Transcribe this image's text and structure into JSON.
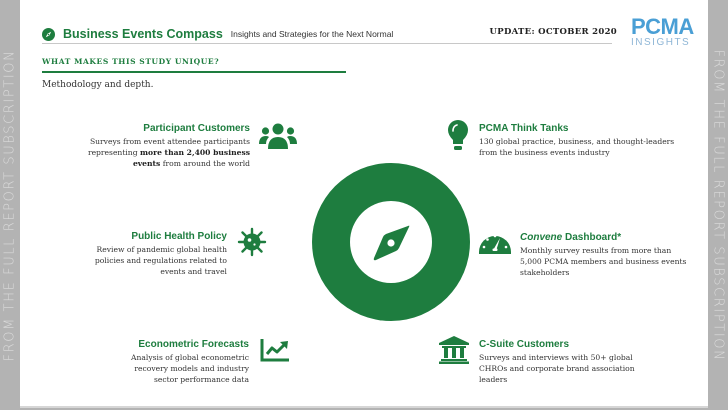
{
  "side_banner": {
    "text": "FROM THE FULL REPORT SUBSCRIPTION"
  },
  "header": {
    "brand_title": "Business Events Compass",
    "brand_subtitle": "Insights and Strategies for the Next Normal",
    "update": "UPDATE: OCTOBER 2020",
    "logo_main": "PCMA",
    "logo_sub": "INSIGHTS",
    "icon": "compass-icon"
  },
  "section": {
    "title": "WHAT MAKES THIS STUDY UNIQUE?",
    "intro": "Methodology and depth."
  },
  "colors": {
    "brand_green": "#1e7d3f",
    "logo_blue": "#4a9fd5",
    "side_gray": "#b3b3b3"
  },
  "center": {
    "icon": "compass-icon"
  },
  "items": [
    {
      "title": "Participant Customers",
      "desc_pre": "Surveys from event attendee participants representing ",
      "desc_bold": "more than 2,400 business events",
      "desc_post": " from around the world",
      "icon": "users-group-icon"
    },
    {
      "title": "PCMA Think Tanks",
      "desc": "130 global practice, business, and thought-leaders from the business events industry",
      "icon": "lightbulb-icon"
    },
    {
      "title": "Public Health Policy",
      "desc": "Review of pandemic global health policies and regulations related to events and travel",
      "icon": "virus-icon"
    },
    {
      "title_italic": "Convene",
      "title": " Dashboard*",
      "desc": "Monthly survey results from more than 5,000 PCMA members and business events stakeholders",
      "icon": "gauge-dashboard-icon"
    },
    {
      "title": "Econometric Forecasts",
      "desc": "Analysis of global econometric recovery models and industry sector performance data",
      "icon": "trend-chart-icon"
    },
    {
      "title": "C-Suite Customers",
      "desc": "Surveys and interviews with 50+ global CHROs and corporate brand association leaders",
      "icon": "institution-building-icon"
    }
  ]
}
